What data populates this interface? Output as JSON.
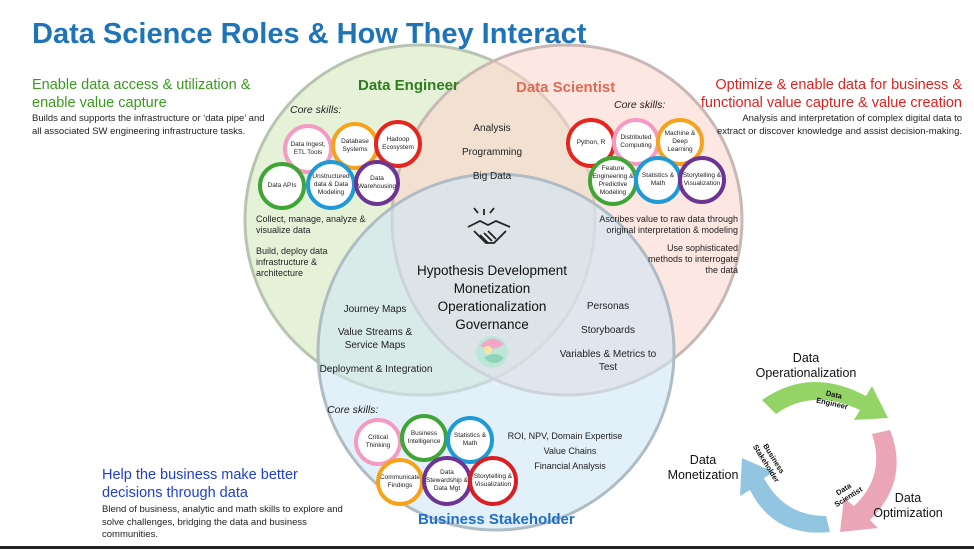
{
  "title": "Data Science Roles & How They Interact",
  "left_section": {
    "title": "Enable data access & utilization & enable value capture",
    "body": "Builds and supports the infrastructure or ‘data pipe’ and all associated SW engineering infrastructure tasks.",
    "color": "#3a9a1e"
  },
  "right_section": {
    "title": "Optimize & enable data for business & functional value capture & value creation",
    "body": "Analysis and interpretation of complex digital data to extract or discover knowledge and assist decision-making.",
    "color": "#e0211e"
  },
  "bottom_section": {
    "title": "Help the business make better decisions through data",
    "body": "Blend of business, analytic and math skills to explore and solve challenges, bridging the data and business communities.",
    "color": "#1f3fd0"
  },
  "engineer": {
    "title": "Data Engineer",
    "core_label": "Core skills:",
    "skills": [
      "Data Ingest, ETL Tools",
      "Database Systems",
      "Hadoop Ecosystem",
      "Data APIs",
      "Unstructured data & Data Modeling",
      "Data Warehousing"
    ],
    "points": [
      "Collect, manage, analyze & visualize data",
      "Build, deploy data infrastructure & architecture"
    ]
  },
  "scientist": {
    "title": "Data Scientist",
    "core_label": "Core skills:",
    "skills": [
      "Python, R",
      "Distributed Computing",
      "Machine & Deep Learning",
      "Feature Engineering & Predictive Modeling",
      "Statistics & Math",
      "Storytelling & Visualization"
    ],
    "points": [
      "Ascribes value to raw data through original interpretation & modeling",
      "Use sophisticated methods to interrogate the data"
    ]
  },
  "stakeholder": {
    "title": "Business Stakeholder",
    "core_label": "Core skills:",
    "skills": [
      "Critical Thinking",
      "Business Intelligence",
      "Statistics & Math",
      "Communicate Findings",
      "Data Stewardship & Data Mgt",
      "Storytelling & Visualization"
    ],
    "points": [
      "ROI, NPV, Domain Expertise",
      "Value Chains",
      "Financial Analysis"
    ]
  },
  "eng_sci_overlap": [
    "Analysis",
    "Programming",
    "Big Data"
  ],
  "eng_biz_overlap": [
    "Journey Maps",
    "Value Streams & Service Maps",
    "Deployment & Integration"
  ],
  "sci_biz_overlap": [
    "Personas",
    "Storyboards",
    "Variables & Metrics to Test"
  ],
  "center": [
    "Hypothesis Development",
    "Monetization",
    "Operationalization",
    "Governance"
  ],
  "cycle": {
    "top": "Data Operationalization",
    "left": "Data Monetization",
    "right": "Data Optimization",
    "arrow_green": "Data Engineer",
    "arrow_blue": "Business Stakeholder",
    "arrow_pink": "Data Scientist"
  },
  "colors": {
    "engineer_fill": "#e3f1d3",
    "scientist_fill": "#fbdcd7",
    "stakeholder_fill": "#d3e8f5",
    "ring_red": "#e5261f",
    "ring_orange": "#f7a21b",
    "ring_green": "#3fa535",
    "ring_blue": "#1f9ad6",
    "ring_purple": "#6c3493",
    "ring_pink": "#f59ac2",
    "ring_darkred": "#d81f26"
  }
}
